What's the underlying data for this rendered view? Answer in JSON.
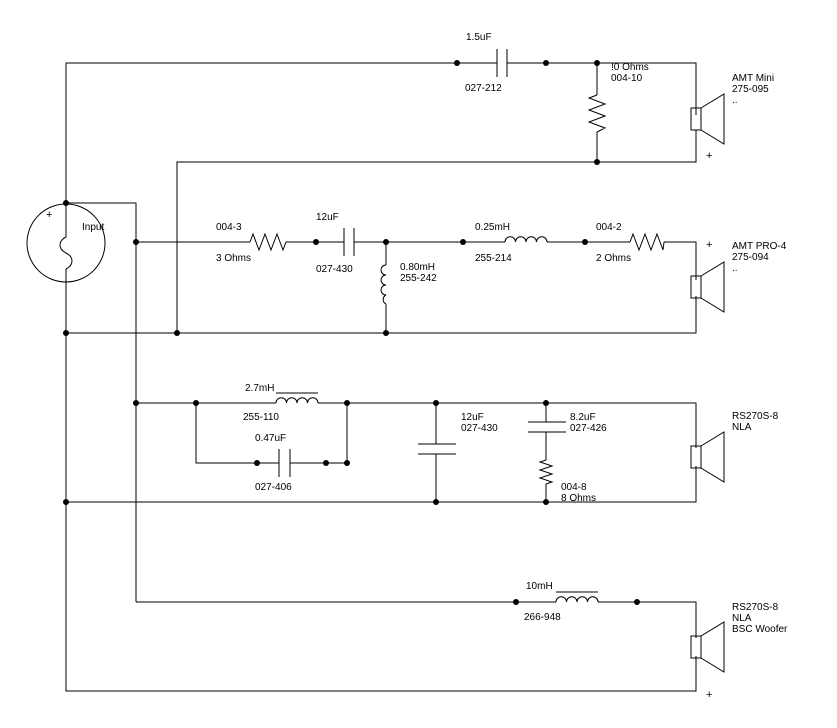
{
  "source": {
    "label": "Input",
    "polarity": "+"
  },
  "drivers": [
    {
      "lines": [
        "AMT Mini",
        "275-095",
        ".."
      ],
      "polarity": "+"
    },
    {
      "lines": [
        "AMT PRO-4",
        "275-094",
        ".."
      ],
      "polarity": "+"
    },
    {
      "lines": [
        "RS270S-8",
        "NLA"
      ],
      "polarity": ""
    },
    {
      "lines": [
        "RS270S-8",
        "NLA",
        "BSC Woofer"
      ],
      "polarity": "+"
    }
  ],
  "components": {
    "c_tw1": {
      "value": "1.5uF",
      "part": "027-212"
    },
    "r_tw1": {
      "value": "!0 Ohms",
      "part": "004-10"
    },
    "r_tw2a": {
      "part": "004-3",
      "value": "3 Ohms"
    },
    "c_tw2": {
      "value": "12uF",
      "part": "027-430"
    },
    "l_tw2a": {
      "value": "0.80mH",
      "part": "255-242"
    },
    "l_tw2b": {
      "value": "0.25mH",
      "part": "255-214"
    },
    "r_tw2b": {
      "part": "004-2",
      "value": "2 Ohms"
    },
    "l_w1": {
      "value": "2.7mH",
      "part": "255-110"
    },
    "c_w1a": {
      "value": "0.47uF",
      "part": "027-406"
    },
    "c_w1b": {
      "value": "12uF",
      "part": "027-430"
    },
    "c_w1c": {
      "value": "8.2uF",
      "part": "027-426"
    },
    "r_w1": {
      "part": "004-8",
      "value": "8 Ohms"
    },
    "l_w2": {
      "value": "10mH",
      "part": "266-948"
    }
  }
}
